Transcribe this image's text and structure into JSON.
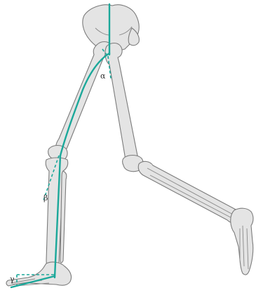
{
  "labels": {
    "alpha": "α",
    "beta": "β",
    "gamma": "γ"
  },
  "colors": {
    "axis": "#1ba89a",
    "bone_fill": "#e4e4e4",
    "bone_stroke": "#7b7b7b",
    "label": "#333333"
  }
}
